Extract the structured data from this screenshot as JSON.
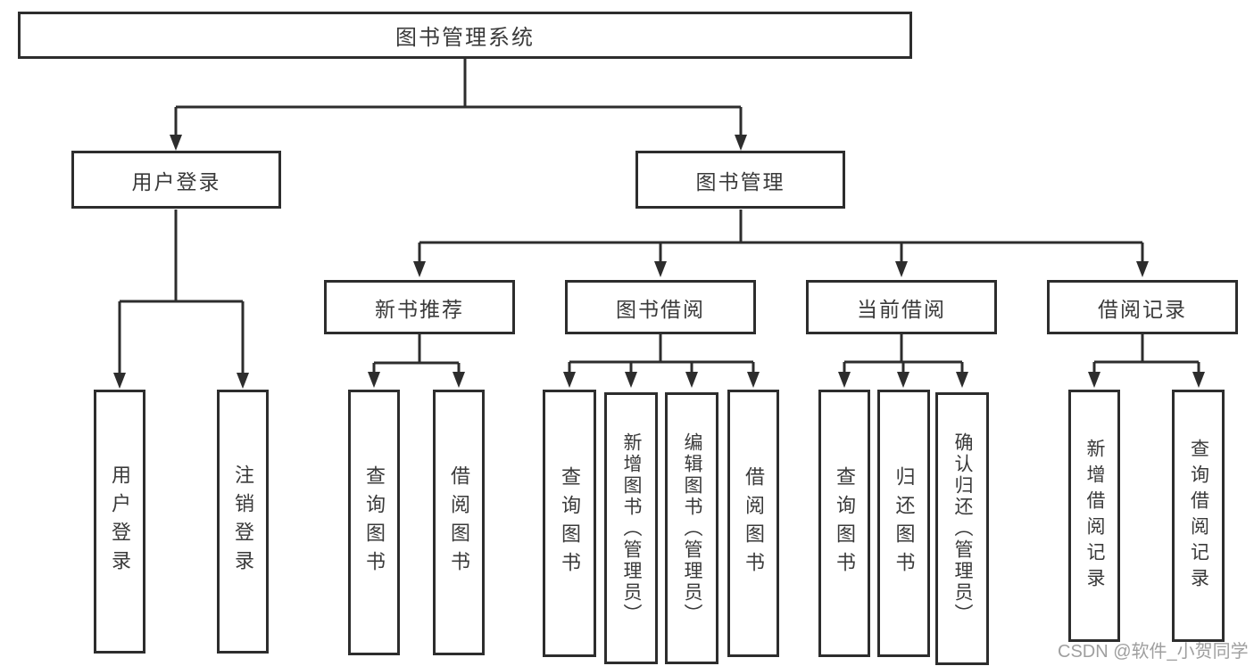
{
  "diagram": {
    "colors": {
      "line": "#2d2d2d",
      "text": "#3a3a3a",
      "background": "#ffffff",
      "watermark": "#8a8a8a"
    },
    "root": {
      "label": "图书管理系统"
    },
    "level2": [
      {
        "label": "用户登录"
      },
      {
        "label": "图书管理"
      }
    ],
    "level3": [
      {
        "label": "新书推荐"
      },
      {
        "label": "图书借阅"
      },
      {
        "label": "当前借阅"
      },
      {
        "label": "借阅记录"
      }
    ],
    "leaves": {
      "user_login": [
        "用户登录",
        "注销登录"
      ],
      "new_book": [
        "查询图书",
        "借阅图书"
      ],
      "book_borrow": [
        "查询图书",
        "新增图书（管理员）",
        "编辑图书（管理员）",
        "借阅图书"
      ],
      "current_borrow": [
        "查询图书",
        "归还图书",
        "确认归还（管理员）"
      ],
      "borrow_record": [
        "新增借阅记录",
        "查询借阅记录"
      ]
    },
    "watermark": "CSDN @软件_小贺同学"
  }
}
